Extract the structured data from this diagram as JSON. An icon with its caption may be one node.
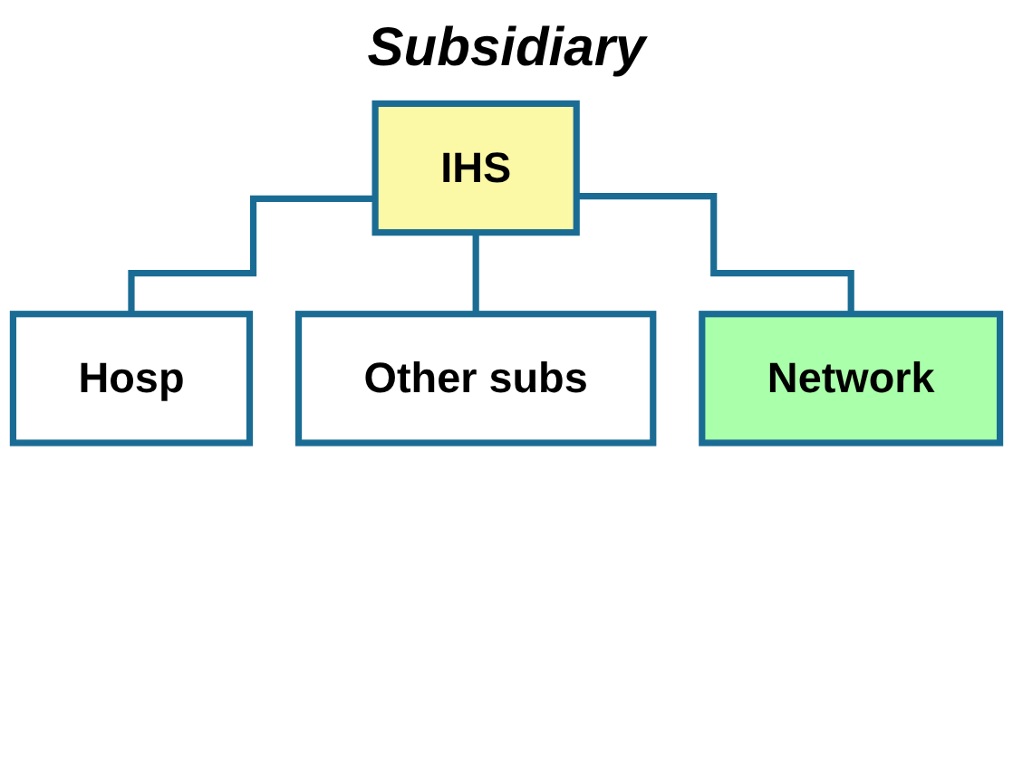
{
  "diagram": {
    "title": "Subsidiary",
    "nodes": [
      {
        "text": [
          "IHS"
        ]
      },
      {
        "text": [
          "Hosp"
        ]
      },
      {
        "text": [
          "Other subs"
        ]
      },
      {
        "text": [
          "Network"
        ]
      }
    ],
    "edges": [
      {
        "from": 0,
        "to": 1,
        "arrow": "none"
      },
      {
        "from": 0,
        "to": 2,
        "arrow": "none"
      },
      {
        "from": 0,
        "to": 3,
        "arrow": "none"
      }
    ]
  }
}
